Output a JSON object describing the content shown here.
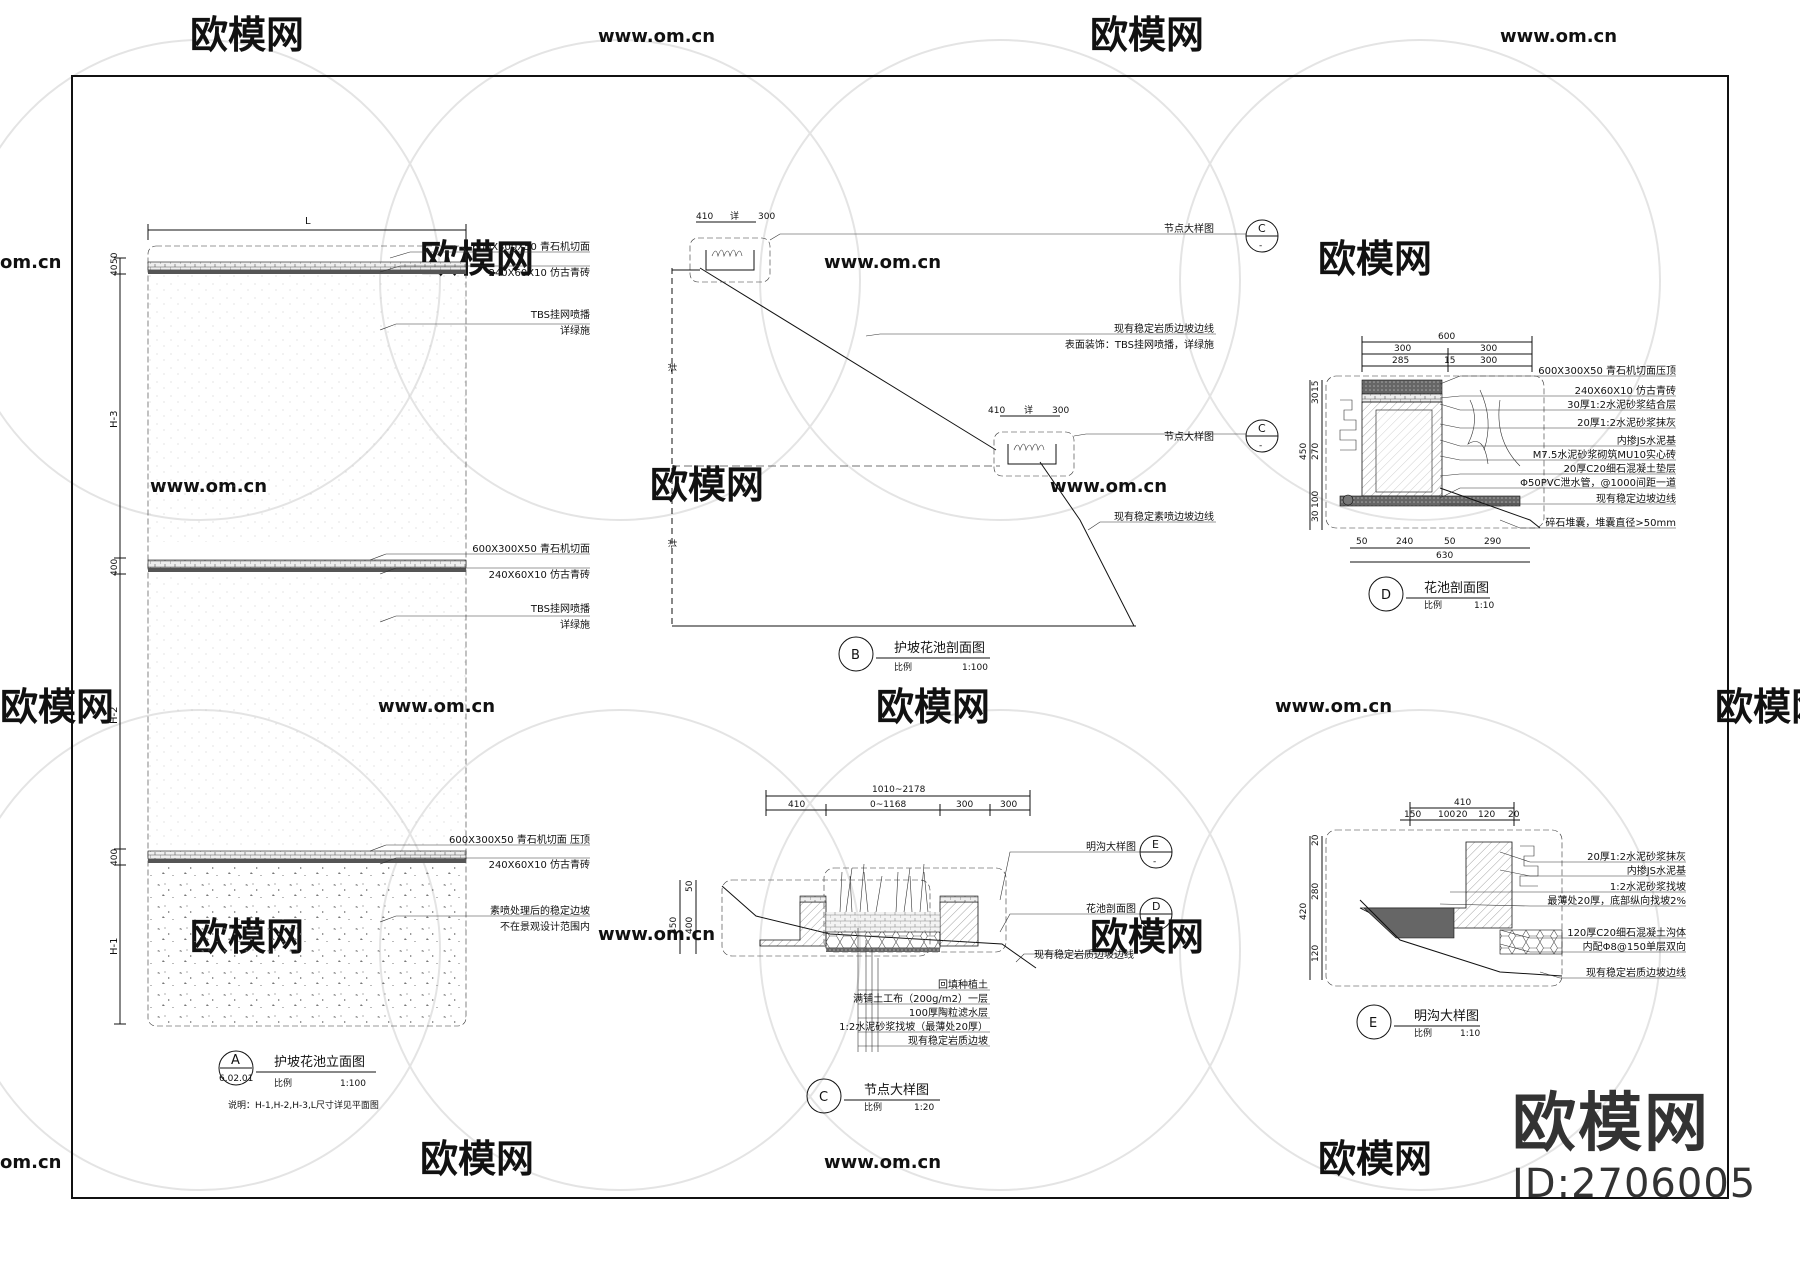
{
  "watermark": {
    "name": "欧模网",
    "url": "www.om.cn",
    "url_short": "om.cn"
  },
  "brand": {
    "name": "欧模网",
    "id": "ID:2706005"
  },
  "drawing_A": {
    "dims": {
      "L": "L",
      "h3": "H-3",
      "h2": "H-2",
      "h1": "H-1",
      "d50": "50",
      "d400": "400",
      "d40": "40"
    },
    "labels": {
      "a1": "600X300X50 青石机切面",
      "a2": "240X60X10 仿古青砖",
      "a3": "TBS挂网喷播",
      "a4": "详绿施",
      "a5": "600X300X50 青石机切面",
      "a6": "240X60X10 仿古青砖",
      "a7": "TBS挂网喷播",
      "a8": "详绿施",
      "a9": "600X300X50 青石机切面 压顶",
      "a10": "240X60X10 仿古青砖",
      "a11": "素喷处理后的稳定边坡",
      "a12": "不在景观设计范围内"
    },
    "mark": "A",
    "sheet": "6.02.01",
    "title": "护坡花池立面图",
    "scale_label": "比例",
    "scale": "1:100",
    "note": "说明：H-1,H-2,H-3,L尺寸详见平面图"
  },
  "drawing_B": {
    "dims": {
      "d410": "410",
      "d300": "300",
      "dvar": "详",
      "v1": "详",
      "v2": "详"
    },
    "labels": {
      "b1": "节点大样图",
      "b2": "现有稳定岩质边坡边线",
      "b3": "表面装饰：TBS挂网喷播，详绿施",
      "b4": "节点大样图",
      "b5": "现有稳定素喷边坡边线"
    },
    "callout": "C",
    "mark": "B",
    "title": "护坡花池剖面图",
    "scale_label": "比例",
    "scale": "1:100"
  },
  "drawing_C": {
    "dims": {
      "d1": "1010~2178",
      "d2": "410",
      "d3": "0~1168",
      "d4": "300",
      "d5": "300",
      "d50": "50",
      "d450": "450",
      "d400": "400"
    },
    "labels": {
      "c1": "明沟大样图",
      "c2": "花池剖面图",
      "c3": "现有稳定岩质边坡边线",
      "c4": "回填种植土",
      "c5": "满铺土工布（200g/m2）一层",
      "c6": "100厚陶粒滤水层",
      "c7": "1:2水泥砂浆找坡（最薄处20厚）",
      "c8": "现有稳定岩质边坡"
    },
    "callouts": {
      "e": "E",
      "d": "D"
    },
    "mark": "C",
    "title": "节点大样图",
    "scale_label": "比例",
    "scale": "1:20"
  },
  "drawing_D": {
    "dims": {
      "d600": "600",
      "d300a": "300",
      "d300b": "300",
      "d285": "285",
      "d15": "15",
      "d300c": "300",
      "v15": "15",
      "v30": "30",
      "v270": "270",
      "v450": "450",
      "v100": "100",
      "v30b": "30",
      "b50": "50",
      "b240": "240",
      "b50b": "50",
      "b290": "290",
      "b630": "630"
    },
    "labels": {
      "d1": "600X300X50 青石机切面压顶",
      "d2": "240X60X10 仿古青砖",
      "d3": "30厚1:2水泥砂浆结合层",
      "d4": "20厚1:2水泥砂浆抹灰",
      "d5": "内掺JS水泥基",
      "d6": "M7.5水泥砂浆砌筑MU10实心砖",
      "d7": "20厚C20细石混凝土垫层",
      "d8": "Φ50PVC泄水管，@1000间距一道",
      "d9": "现有稳定边坡边线",
      "d10": "碎石堆囊，堆囊直径>50mm"
    },
    "mark": "D",
    "title": "花池剖面图",
    "scale_label": "比例",
    "scale": "1:10"
  },
  "drawing_E": {
    "dims": {
      "d410": "410",
      "d150": "150",
      "d100": "100",
      "d20a": "20",
      "d120": "120",
      "d20b": "20",
      "v20": "20",
      "v280": "280",
      "v420": "420",
      "v120": "120"
    },
    "labels": {
      "e1": "20厚1:2水泥砂浆抹灰",
      "e2": "内掺JS水泥基",
      "e3": "1:2水泥砂浆找坡",
      "e4": "最薄处20厚，底部纵向找坡2%",
      "e5": "120厚C20细石混凝土沟体",
      "e6": "内配Φ8@150单层双向",
      "e7": "现有稳定岩质边坡边线"
    },
    "mark": "E",
    "title": "明沟大样图",
    "scale_label": "比例",
    "scale": "1:10"
  }
}
